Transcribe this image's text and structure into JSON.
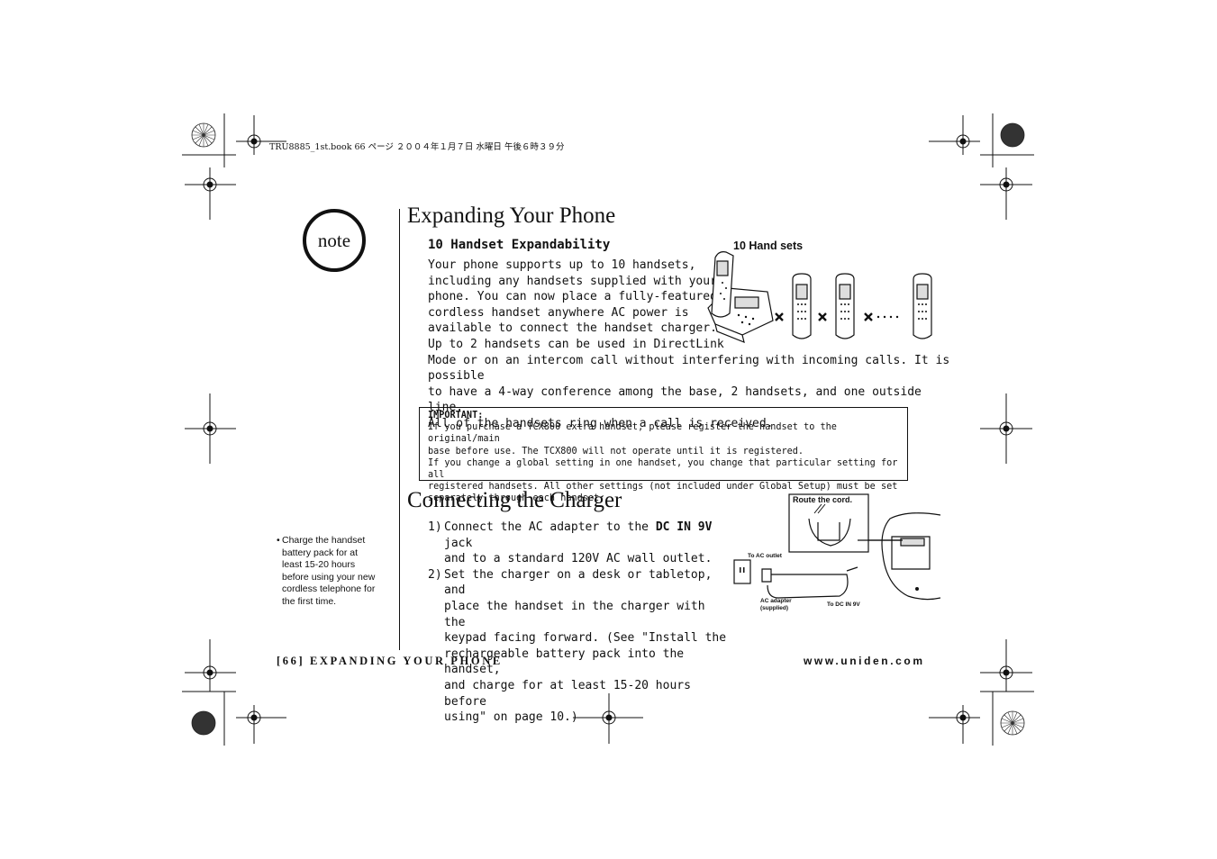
{
  "print_header": "TRU8885_1st.book  66 ページ  ２００４年１月７日  水曜日  午後６時３９分",
  "note_badge": "note",
  "section1": {
    "title": "Expanding Your Phone",
    "subtitle": "10 Handset Expandability",
    "paragraph_lines": [
      "Your phone supports up to 10 handsets,",
      "including any handsets supplied with your",
      "phone. You can now place a fully-featured",
      "cordless handset anywhere AC power is",
      "available to connect the handset charger.",
      "Up to 2 handsets can be used in DirectLink",
      "Mode or on an intercom call without interfering with incoming calls. It is possible",
      "to have a 4-way conference among the base, 2 handsets, and one outside line.",
      "All of the handsets ring when a call is received."
    ],
    "illustration_label": "10 Hand sets"
  },
  "important": {
    "label": "IMPORTANT:",
    "lines": [
      "If you purchase a TCX800 extra handset, please register the handset to the original/main",
      "base before use. The TCX800 will not operate until it is registered.",
      "If you change a global setting in one handset, you change that particular setting for all",
      "registered handsets. All other settings (not included under Global Setup) must be set",
      "separately through each handset."
    ]
  },
  "section2": {
    "title": "Connecting the Charger",
    "steps": [
      {
        "num": "1)",
        "lines": [
          "Connect the AC adapter to the ",
          "DC IN 9V",
          " jack",
          "and to a standard 120V AC wall outlet."
        ]
      },
      {
        "num": "2)",
        "lines": [
          "Set the charger on a desk or tabletop, and",
          "place the handset in the charger with the",
          "keypad facing forward. (See \"Install the",
          "rechargeable battery pack into the handset,",
          "and charge for at least 15-20 hours before",
          "using\" on page 10.)"
        ]
      }
    ],
    "diagram_labels": {
      "route": "Route the cord.",
      "ac_outlet": "To AC outlet",
      "adapter": "AC adapter",
      "supplied": "(supplied)",
      "dc_in": "To DC IN 9V"
    }
  },
  "side_note": {
    "bullet": "•",
    "lines": [
      "Charge the handset",
      "battery pack for at",
      "least 15-20 hours",
      "before using your new",
      "cordless telephone for",
      "the first time."
    ]
  },
  "footer": {
    "left": "[66] EXPANDING YOUR PHONE",
    "right": "www.uniden.com"
  }
}
